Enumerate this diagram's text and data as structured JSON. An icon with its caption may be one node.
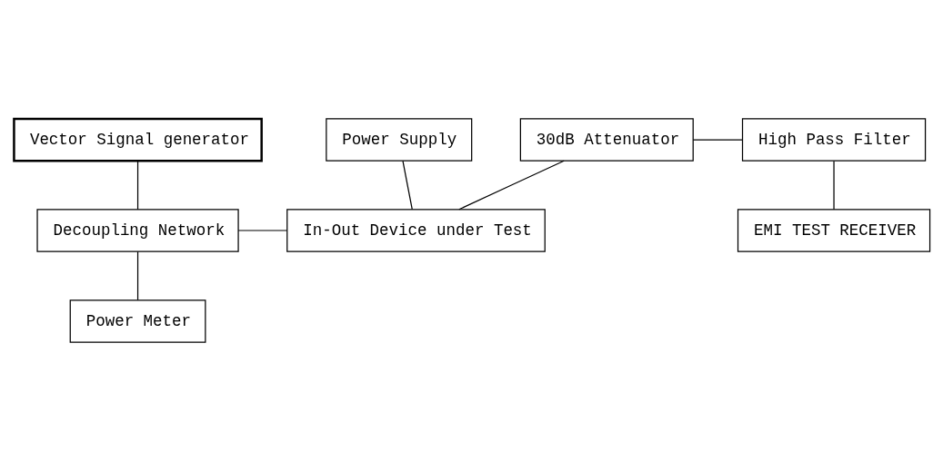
{
  "diagram": {
    "nodes": [
      {
        "text": [
          "Vector Signal generator"
        ]
      },
      {
        "text": [
          "Power Supply"
        ]
      },
      {
        "text": [
          "30dB Attenuator"
        ]
      },
      {
        "text": [
          "High Pass Filter"
        ]
      },
      {
        "text": [
          "Decoupling Network"
        ]
      },
      {
        "text": [
          "In-Out Device under Test"
        ]
      },
      {
        "text": [
          "EMI TEST RECEIVER"
        ]
      },
      {
        "text": [
          "Power Meter"
        ]
      }
    ],
    "edges": [
      {
        "from": 0,
        "to": 4,
        "arrow": "none"
      },
      {
        "from": 1,
        "to": 5,
        "arrow": "none"
      },
      {
        "from": 4,
        "to": 5,
        "arrow": "none"
      },
      {
        "from": 5,
        "to": 2,
        "arrow": "none"
      },
      {
        "from": 2,
        "to": 3,
        "arrow": "none"
      },
      {
        "from": 3,
        "to": 6,
        "arrow": "none"
      },
      {
        "from": 4,
        "to": 7,
        "arrow": "none"
      }
    ]
  }
}
